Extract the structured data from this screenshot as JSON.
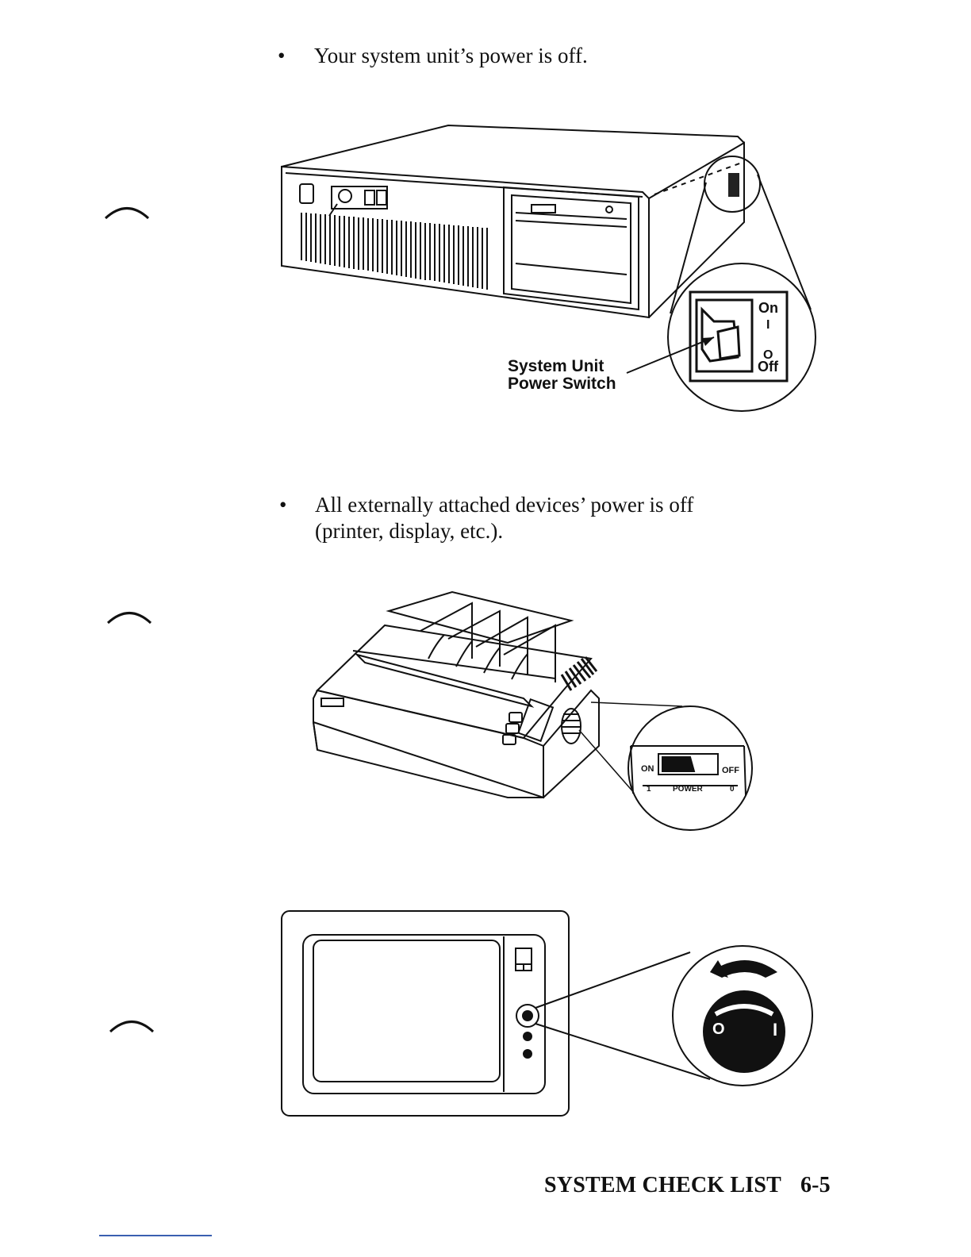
{
  "bullets": [
    {
      "text": "Your system unit’s power is off."
    },
    {
      "text_line1": "All externally attached devices’ power is off",
      "text_line2": "(printer, display, etc.)."
    }
  ],
  "system_unit": {
    "callout_line1": "System Unit",
    "callout_line2": "Power Switch",
    "on_label": "On",
    "on_symbol": "I",
    "off_symbol": "O",
    "off_label": "Off"
  },
  "printer": {
    "on_label": "ON",
    "off_label": "OFF",
    "one_label": "1",
    "power_label": "POWER",
    "zero_label": "0"
  },
  "display": {
    "off_symbol": "O",
    "on_symbol": "I"
  },
  "footer": {
    "title": "SYSTEM CHECK LIST",
    "page_number": "6-5"
  }
}
